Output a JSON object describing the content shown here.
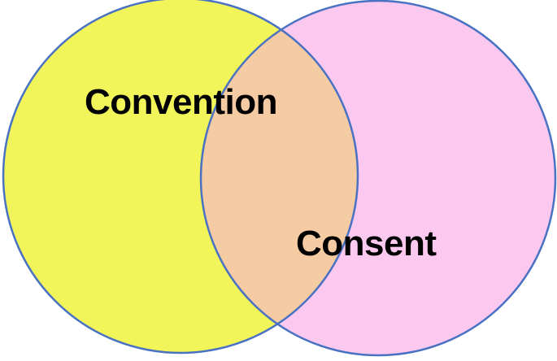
{
  "diagram": {
    "type": "venn",
    "sets": [
      {
        "label": "Convention",
        "fill": "#f2f55a",
        "stroke": "#4a72c2"
      },
      {
        "label": "Consent",
        "fill": "#fbc8f0",
        "stroke": "#4a72c2"
      }
    ],
    "intersection_fill": "#f5cba3"
  }
}
